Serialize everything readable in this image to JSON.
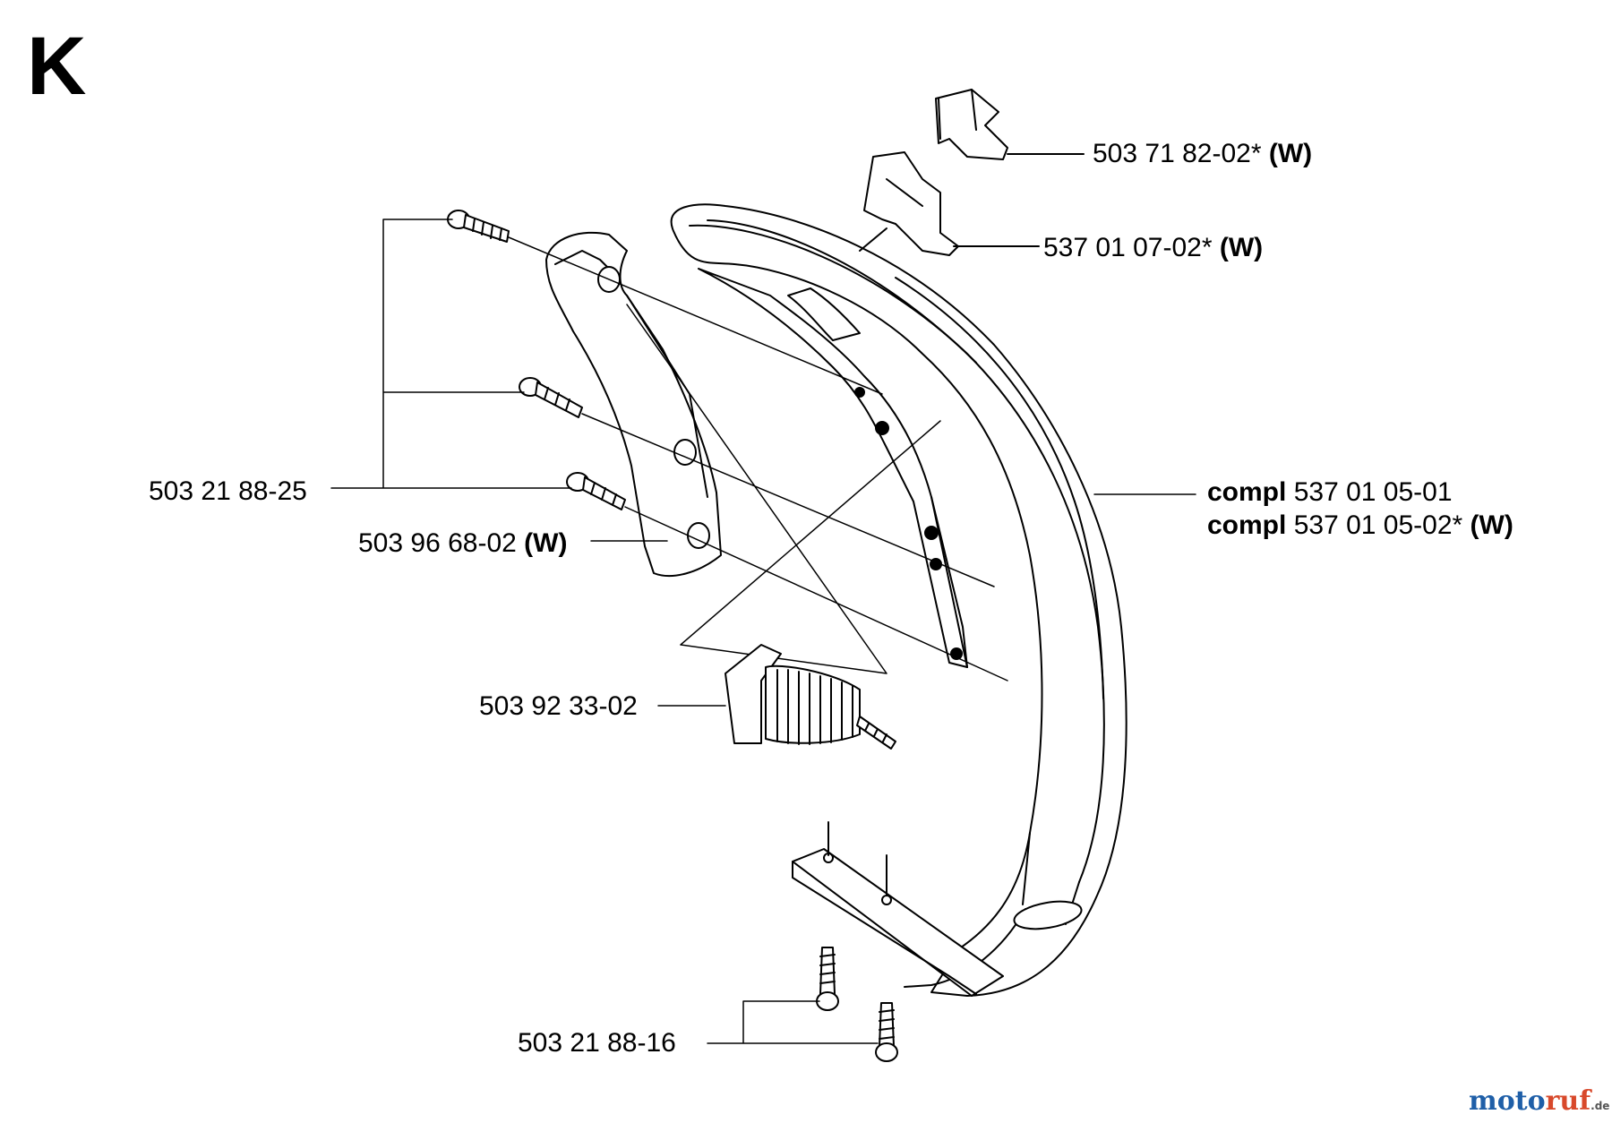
{
  "section": {
    "letter": "K"
  },
  "parts": [
    {
      "id": "grip-a",
      "number": "503 71 82-02*",
      "suffix": "(W)"
    },
    {
      "id": "grip-b",
      "number": "537 01 07-02*",
      "suffix": "(W)"
    },
    {
      "id": "screw-top",
      "number": "503 21 88-25",
      "suffix": ""
    },
    {
      "id": "bracket",
      "number": "503 96 68-02",
      "suffix": "(W)"
    },
    {
      "id": "spring",
      "number": "503 92 33-02",
      "suffix": ""
    },
    {
      "id": "screw-bottom",
      "number": "503 21 88-16",
      "suffix": ""
    }
  ],
  "assembly": [
    {
      "prefix": "compl",
      "number": "537 01 05-01",
      "suffix": ""
    },
    {
      "prefix": "compl",
      "number": "537 01 05-02*",
      "suffix": "(W)"
    }
  ],
  "watermark": {
    "main_a": "moto",
    "main_b": "ruf",
    "tld": ".de"
  }
}
